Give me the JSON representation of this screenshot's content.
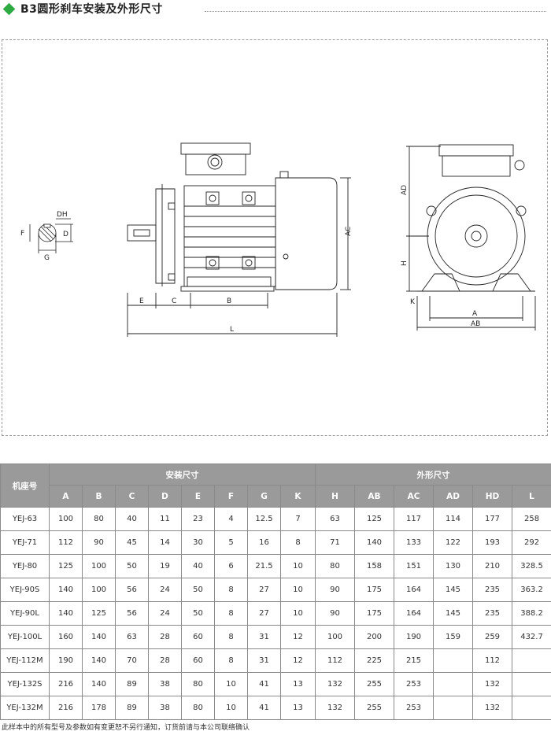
{
  "header": {
    "title": "B3圆形刹车安装及外形尺寸"
  },
  "drawing": {
    "labels": {
      "DH": "DH",
      "F": "F",
      "D": "D",
      "G": "G",
      "E": "E",
      "C": "C",
      "B": "B",
      "L": "L",
      "AC": "AC",
      "AD": "AD",
      "H": "H",
      "K": "K",
      "A": "A",
      "AB": "AB"
    }
  },
  "table": {
    "row_header": "机座号",
    "group_install": "安装尺寸",
    "group_outline": "外形尺寸",
    "columns": [
      "A",
      "B",
      "C",
      "D",
      "E",
      "F",
      "G",
      "K",
      "H",
      "AB",
      "AC",
      "AD",
      "HD",
      "L"
    ],
    "rows": [
      [
        "YEJ-63",
        "100",
        "80",
        "40",
        "11",
        "23",
        "4",
        "12.5",
        "7",
        "63",
        "125",
        "117",
        "114",
        "177",
        "258"
      ],
      [
        "YEJ-71",
        "112",
        "90",
        "45",
        "14",
        "30",
        "5",
        "16",
        "8",
        "71",
        "140",
        "133",
        "122",
        "193",
        "292"
      ],
      [
        "YEJ-80",
        "125",
        "100",
        "50",
        "19",
        "40",
        "6",
        "21.5",
        "10",
        "80",
        "158",
        "151",
        "130",
        "210",
        "328.5"
      ],
      [
        "YEJ-90S",
        "140",
        "100",
        "56",
        "24",
        "50",
        "8",
        "27",
        "10",
        "90",
        "175",
        "164",
        "145",
        "235",
        "363.2"
      ],
      [
        "YEJ-90L",
        "140",
        "125",
        "56",
        "24",
        "50",
        "8",
        "27",
        "10",
        "90",
        "175",
        "164",
        "145",
        "235",
        "388.2"
      ],
      [
        "YEJ-100L",
        "160",
        "140",
        "63",
        "28",
        "60",
        "8",
        "31",
        "12",
        "100",
        "200",
        "190",
        "159",
        "259",
        "432.7"
      ],
      [
        "YEJ-112M",
        "190",
        "140",
        "70",
        "28",
        "60",
        "8",
        "31",
        "12",
        "112",
        "225",
        "215",
        "",
        "112",
        ""
      ],
      [
        "YEJ-132S",
        "216",
        "140",
        "89",
        "38",
        "80",
        "10",
        "41",
        "13",
        "132",
        "255",
        "253",
        "",
        "132",
        ""
      ],
      [
        "YEJ-132M",
        "216",
        "178",
        "89",
        "38",
        "80",
        "10",
        "41",
        "13",
        "132",
        "255",
        "253",
        "",
        "132",
        ""
      ]
    ]
  },
  "footer": {
    "note": "此样本中的所有型号及参数如有变更恕不另行通知，订货前请与本公司联络确认"
  }
}
